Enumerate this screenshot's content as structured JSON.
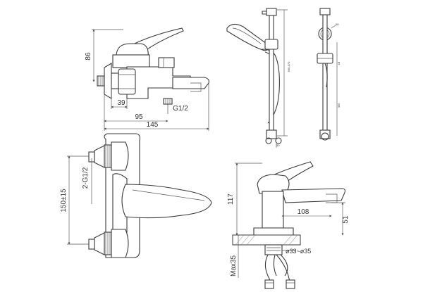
{
  "labels": {
    "h86": "86",
    "d39": "39",
    "g12_top": "G1/2",
    "d95": "95",
    "d145": "145",
    "g12_wall": "2-G1/2",
    "d150": "150±15",
    "d117": "117",
    "d108": "108",
    "d51": "51",
    "max35": "Max35",
    "dia": "ø33~ø35",
    "bar_len": "565-570",
    "bar_d1": "30",
    "bar_d2": "68",
    "bar_d3": "18",
    "bar_d4": "450"
  }
}
